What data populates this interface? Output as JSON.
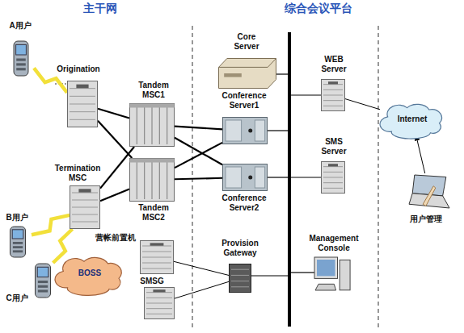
{
  "diagram": {
    "nodes": [
      {
        "text": [
          "A用户"
        ]
      },
      {
        "text": [
          "Origination"
        ]
      },
      {
        "text": [
          "Tandem MSC1"
        ]
      },
      {
        "text": [
          "Tandem MSC2"
        ]
      },
      {
        "text": [
          "Termination MSC"
        ]
      },
      {
        "text": [
          "B用户"
        ]
      },
      {
        "text": [
          "C用户"
        ]
      },
      {
        "text": [
          "BOSS"
        ]
      },
      {
        "text": [
          "营帐前置机"
        ]
      },
      {
        "text": [
          "SMSG"
        ]
      },
      {
        "text": [
          "Core Server"
        ]
      },
      {
        "text": [
          "Conference Server1"
        ]
      },
      {
        "text": [
          "Conference Server2"
        ]
      },
      {
        "text": [
          "Provision Gateway"
        ]
      },
      {
        "text": [
          "WEB Server"
        ]
      },
      {
        "text": [
          "SMS Server"
        ]
      },
      {
        "text": [
          "Management Console"
        ]
      },
      {
        "text": [
          "Internet"
        ]
      },
      {
        "text": [
          "用户管理"
        ]
      }
    ],
    "edges": [
      {
        "from": 0,
        "to": 1,
        "arrow": "none"
      },
      {
        "from": 1,
        "to": 2,
        "arrow": "none"
      },
      {
        "from": 1,
        "to": 3,
        "arrow": "none"
      },
      {
        "from": 4,
        "to": 2,
        "arrow": "none"
      },
      {
        "from": 4,
        "to": 3,
        "arrow": "none"
      },
      {
        "from": 2,
        "to": 11,
        "arrow": "none"
      },
      {
        "from": 2,
        "to": 12,
        "arrow": "none"
      },
      {
        "from": 3,
        "to": 11,
        "arrow": "none"
      },
      {
        "from": 3,
        "to": 12,
        "arrow": "none"
      },
      {
        "from": 4,
        "to": 5,
        "arrow": "none"
      },
      {
        "from": 4,
        "to": 6,
        "arrow": "none"
      },
      {
        "from": 8,
        "to": 13,
        "arrow": "none"
      },
      {
        "from": 9,
        "to": 13,
        "arrow": "none"
      },
      {
        "from": 14,
        "to": 17,
        "arrow": "none"
      },
      {
        "from": 18,
        "to": 17,
        "arrow": "to"
      }
    ],
    "labels": [
      "主干网",
      "综合会议平台"
    ]
  }
}
